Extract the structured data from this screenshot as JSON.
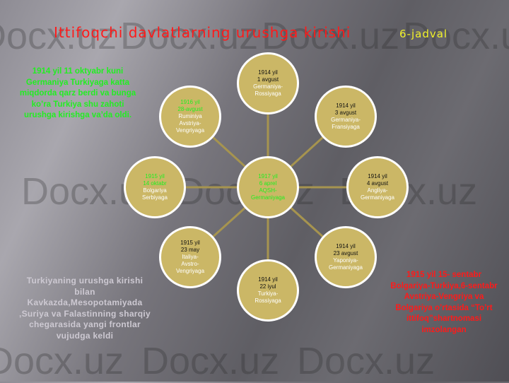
{
  "title": "Ittifoqchi davlatlarning urushga kirishi",
  "subtitle": "6-jadval",
  "watermark": "Docx.uz",
  "center": {
    "lines": [
      "1917 yil",
      "6 aprel",
      "AQSH-",
      "Germaniyaga"
    ]
  },
  "nodes": [
    {
      "id": "top",
      "date": [
        "1914 yil",
        "1 avgust"
      ],
      "countries": [
        "Germaniya-",
        "Rossiyaga"
      ],
      "date_color": "black"
    },
    {
      "id": "upper-right",
      "date": [
        "1914 yil",
        "3 avgust"
      ],
      "countries": [
        "Germaniya-",
        "Fransiyaga"
      ],
      "date_color": "black"
    },
    {
      "id": "right",
      "date": [
        "1914 yil",
        "4 avgust"
      ],
      "countries": [
        "Angliya-",
        "Germaniyaga"
      ],
      "date_color": "black"
    },
    {
      "id": "lower-right",
      "date": [
        "1914 yil",
        "23 avgust"
      ],
      "countries": [
        "Yaponiya-",
        "Germaniyaga"
      ],
      "date_color": "black"
    },
    {
      "id": "bottom",
      "date": [
        "1914 yil",
        "22 iyul"
      ],
      "countries": [
        "Turkiya-",
        "Rossiyaga"
      ],
      "date_color": "black"
    },
    {
      "id": "lower-left",
      "date": [
        "1915 yil",
        "23 may"
      ],
      "countries": [
        "Italiya-",
        "Avstro-",
        "Vengriyaga"
      ],
      "date_color": "black"
    },
    {
      "id": "left",
      "date": [
        "1915 yil",
        "14 oktabr"
      ],
      "countries": [
        "Bolgariya",
        "Serbiyaga"
      ],
      "date_color": "green"
    },
    {
      "id": "upper-left",
      "date": [
        "1916 yil",
        "28-avgust"
      ],
      "countries": [
        "Ruminiya",
        "Avstriya-",
        "Vengriyaga"
      ],
      "date_color": "green"
    }
  ],
  "notes": {
    "green": "1914 yil 11 oktyabr kuni Germaniya Turkiyaga katta miqdorda qarz berdi va bunga  ko’ra Turkiya shu zahoti urushga kirishga va’da oldi.",
    "gray": "Turkiyaning urushga kirishi bilan Kavkazda,Mesopotamiyada ,Suriya va Falastinning sharqiy chegarasida yangi frontlar vujudga keldi",
    "red": "1915 yil 15- sentabr Bolgariya-Turkiya,6-sentabr Avstriya-Vengriya va Bolgariya o’rtasida  “To’rt ittifoq”shartnomasi imzolangan"
  },
  "colors": {
    "circle": "#cbb766",
    "line": "#a6944f",
    "green": "#22ee22",
    "red": "#ff1a1a",
    "yellow": "#f2f22a"
  }
}
